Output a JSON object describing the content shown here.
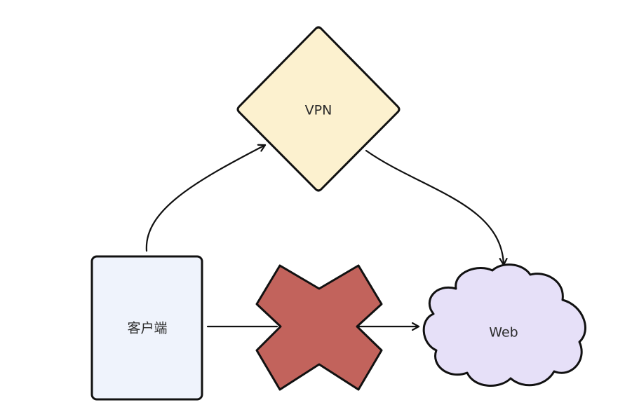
{
  "nodes": {
    "vpn": {
      "label": "VPN",
      "fill": "#fcf1cf"
    },
    "client": {
      "label": "客户端",
      "fill": "#eff3fc"
    },
    "web": {
      "label": "Web",
      "fill": "#e6e0f8"
    },
    "block": {
      "icon": "x-block-icon",
      "fill": "#c2635c"
    }
  },
  "colors": {
    "stroke": "#111111"
  }
}
